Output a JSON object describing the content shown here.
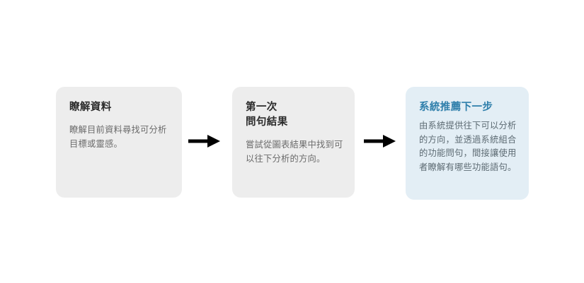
{
  "diagram": {
    "type": "three-step-flow",
    "background_color": "#ffffff",
    "steps": [
      {
        "id": "step-1",
        "title": "瞭解資料",
        "body": "瞭解目前資料尋找可分析目標或靈感。",
        "card_color": "#ededed",
        "title_color": "#2b2b2b",
        "body_color": "#6b6b6b",
        "highlight": false
      },
      {
        "id": "step-2",
        "title": "第一次\n問句結果",
        "body": "嘗試從圖表結果中找到可以往下分析的方向。",
        "card_color": "#ededed",
        "title_color": "#2b2b2b",
        "body_color": "#6b6b6b",
        "highlight": false
      },
      {
        "id": "step-3",
        "title": "系統推薦下一步",
        "body": "由系統提供往下可以分析的方向，並透過系統組合的功能問句，間接讓使用者瞭解有哪些功能語句。",
        "card_color": "#e3eef5",
        "title_color": "#2f7fab",
        "body_color": "#5d6b73",
        "highlight": true
      }
    ],
    "connectors": [
      {
        "id": "connector-1",
        "icon": "arrow-right-icon",
        "color": "#000000"
      },
      {
        "id": "connector-2",
        "icon": "arrow-right-icon",
        "color": "#000000"
      }
    ]
  }
}
